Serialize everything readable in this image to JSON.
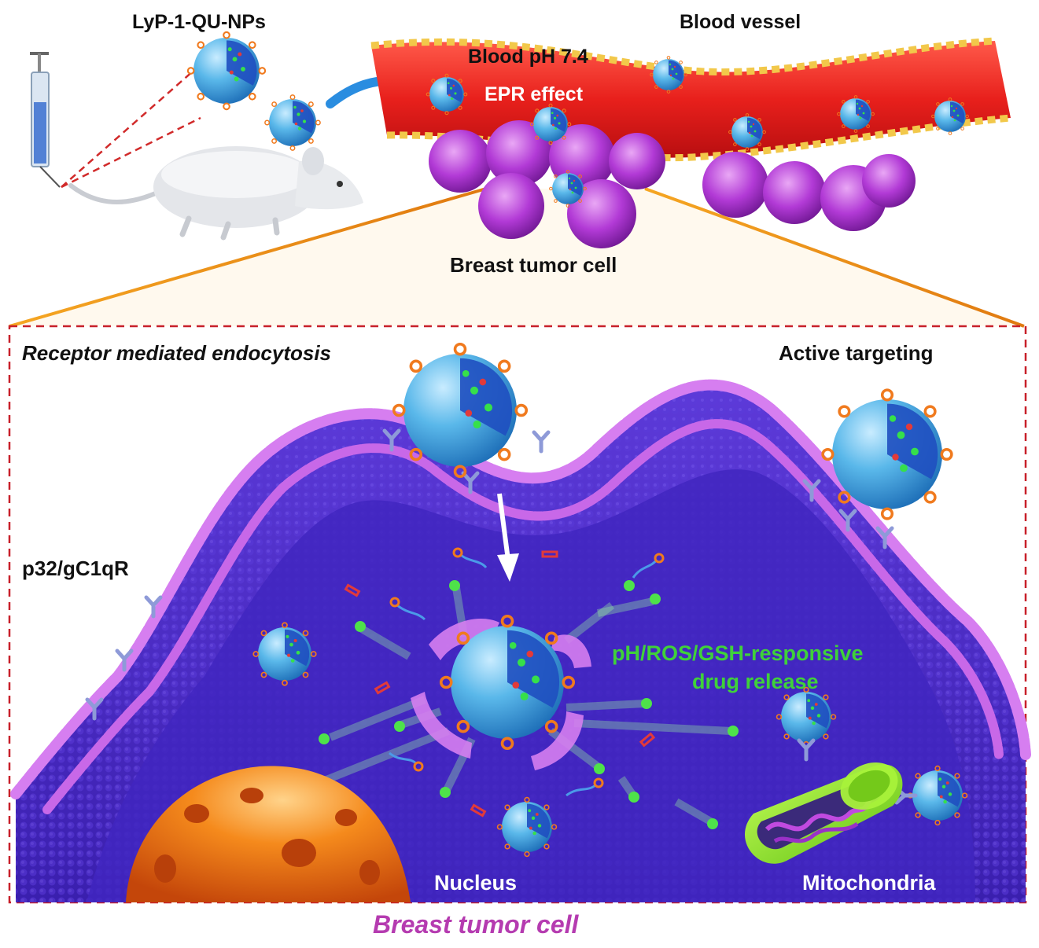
{
  "labels": {
    "nanoparticle": "LyP-1-QU-NPs",
    "blood_vessel": "Blood vessel",
    "blood_ph": "Blood pH 7.4",
    "epr": "EPR effect",
    "tumor_cell_top": "Breast tumor cell",
    "endocytosis": "Receptor mediated endocytosis",
    "active_targeting": "Active targeting",
    "receptor": "p32/gC1qR",
    "release_line1": "pH/ROS/GSH-responsive",
    "release_line2": "drug release",
    "nucleus": "Nucleus",
    "mitochondria": "Mitochondria",
    "tumor_cell_bottom": "Breast tumor cell"
  },
  "colors": {
    "vessel": "#e8201c",
    "vessel_edge": "#f2a21c",
    "tumor_cluster": "#b23ad6",
    "cytoplasm": "#4a2bc4",
    "membrane": "#d67ef0",
    "nanoparticle_shell": "#5ab8ea",
    "nanoparticle_core": "#1f4fc0",
    "ligand": "#f07a1e",
    "nucleus": "#f27a14",
    "mitochondria": "#8ee21f",
    "frame": "#c8202a",
    "release_text": "#3fd13a",
    "caption": "#b53bb0"
  },
  "icons": [
    "syringe-icon",
    "mouse-icon",
    "blood-vessel-icon",
    "nanoparticle-icon",
    "receptor-icon",
    "nucleus-icon",
    "mitochondria-icon",
    "arrow-icon"
  ]
}
